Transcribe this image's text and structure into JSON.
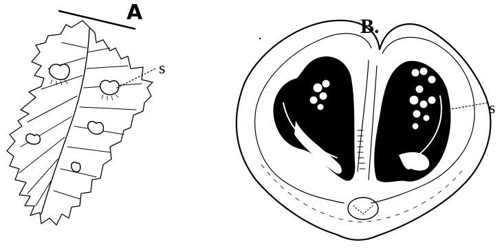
{
  "figure": {
    "panel_a": {
      "label": "A",
      "sorus_label": "s"
    },
    "panel_b": {
      "label": "B.",
      "sorus_label": "s"
    }
  },
  "colors": {
    "ink": "#000000",
    "paper": "#ffffff"
  }
}
